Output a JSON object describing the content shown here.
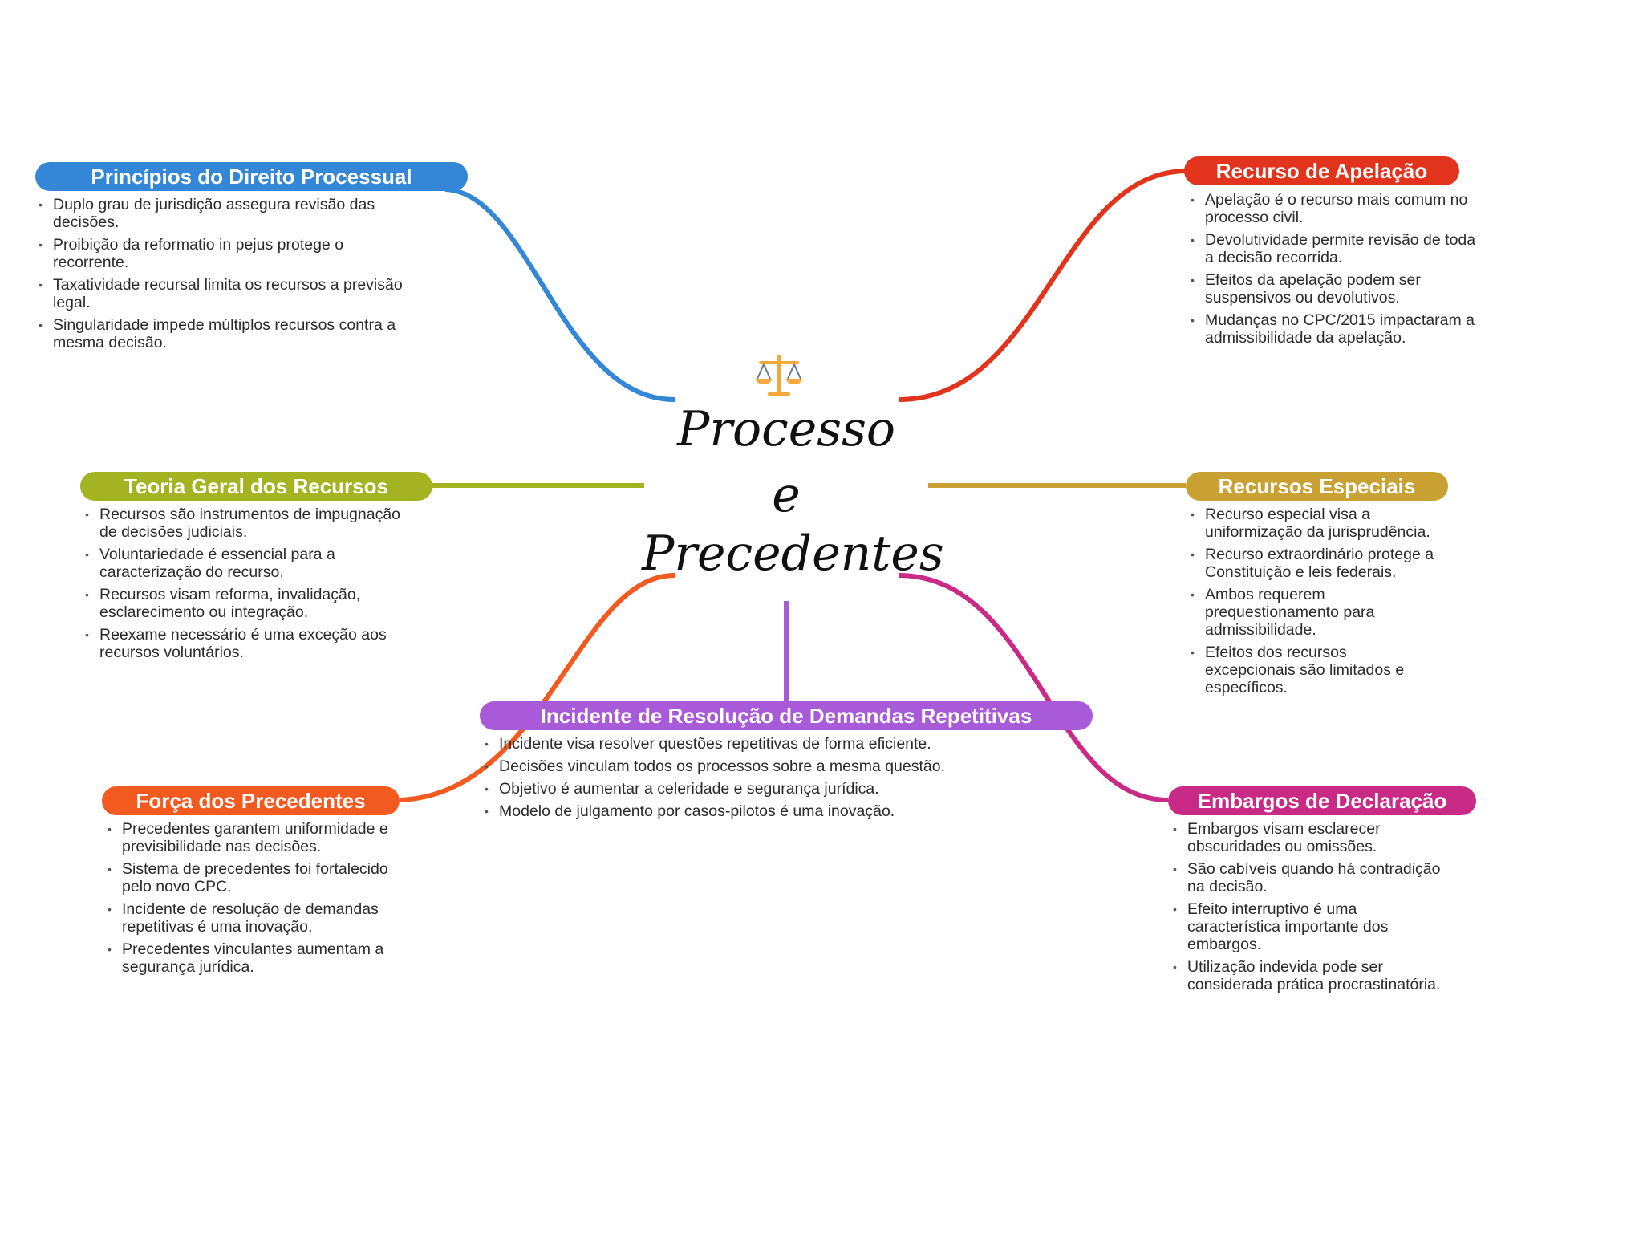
{
  "center": {
    "icon": "balance-scale-icon",
    "title_lines": [
      "Processo",
      "e",
      "Precedentes"
    ]
  },
  "colors": {
    "principios": "#3387d6",
    "apelacao": "#e2341d",
    "teoria": "#a3b321",
    "especiais": "#c9a032",
    "precedentes": "#f35a1f",
    "irdr": "#a95ad8",
    "embargos": "#c92a85"
  },
  "branches": {
    "principios": {
      "title": "Princípios do Direito Processual",
      "notes": [
        "Duplo grau de jurisdição assegura revisão das decisões.",
        "Proibição da reformatio in pejus protege o recorrente.",
        "Taxatividade recursal limita os recursos a previsão legal.",
        "Singularidade impede múltiplos recursos contra a mesma decisão."
      ]
    },
    "apelacao": {
      "title": "Recurso de Apelação",
      "notes": [
        "Apelação é o recurso mais comum no processo civil.",
        "Devolutividade permite revisão de toda a decisão recorrida.",
        "Efeitos da apelação podem ser suspensivos ou devolutivos.",
        "Mudanças no CPC/2015 impactaram a admissibilidade da apelação."
      ]
    },
    "teoria": {
      "title": "Teoria Geral dos Recursos",
      "notes": [
        "Recursos são instrumentos de impugnação de decisões judiciais.",
        "Voluntariedade é essencial para a caracterização do recurso.",
        "Recursos visam reforma, invalidação, esclarecimento ou integração.",
        "Reexame necessário é uma exceção aos recursos voluntários."
      ]
    },
    "especiais": {
      "title": "Recursos Especiais",
      "notes": [
        "Recurso especial visa a uniformização da jurisprudência.",
        "Recurso extraordinário protege a Constituição e leis federais.",
        "Ambos requerem prequestionamento para admissibilidade.",
        "Efeitos dos recursos excepcionais são limitados e específicos."
      ]
    },
    "precedentes": {
      "title": "Força dos Precedentes",
      "notes": [
        "Precedentes garantem uniformidade e previsibilidade nas decisões.",
        "Sistema de precedentes foi fortalecido pelo novo CPC.",
        "Incidente de resolução de demandas repetitivas é uma inovação.",
        "Precedentes vinculantes aumentam a segurança jurídica."
      ]
    },
    "irdr": {
      "title": "Incidente de Resolução de Demandas Repetitivas",
      "notes": [
        "Incidente visa resolver questões repetitivas de forma eficiente.",
        "Decisões vinculam todos os processos sobre a mesma questão.",
        "Objetivo é aumentar a celeridade e segurança jurídica.",
        "Modelo de julgamento por casos-pilotos é uma inovação."
      ]
    },
    "embargos": {
      "title": "Embargos de Declaração",
      "notes": [
        "Embargos visam esclarecer obscuridades ou omissões.",
        "São cabíveis quando há contradição na decisão.",
        "Efeito interruptivo é uma característica importante dos embargos.",
        "Utilização indevida pode ser considerada prática procrastinatória."
      ]
    }
  }
}
